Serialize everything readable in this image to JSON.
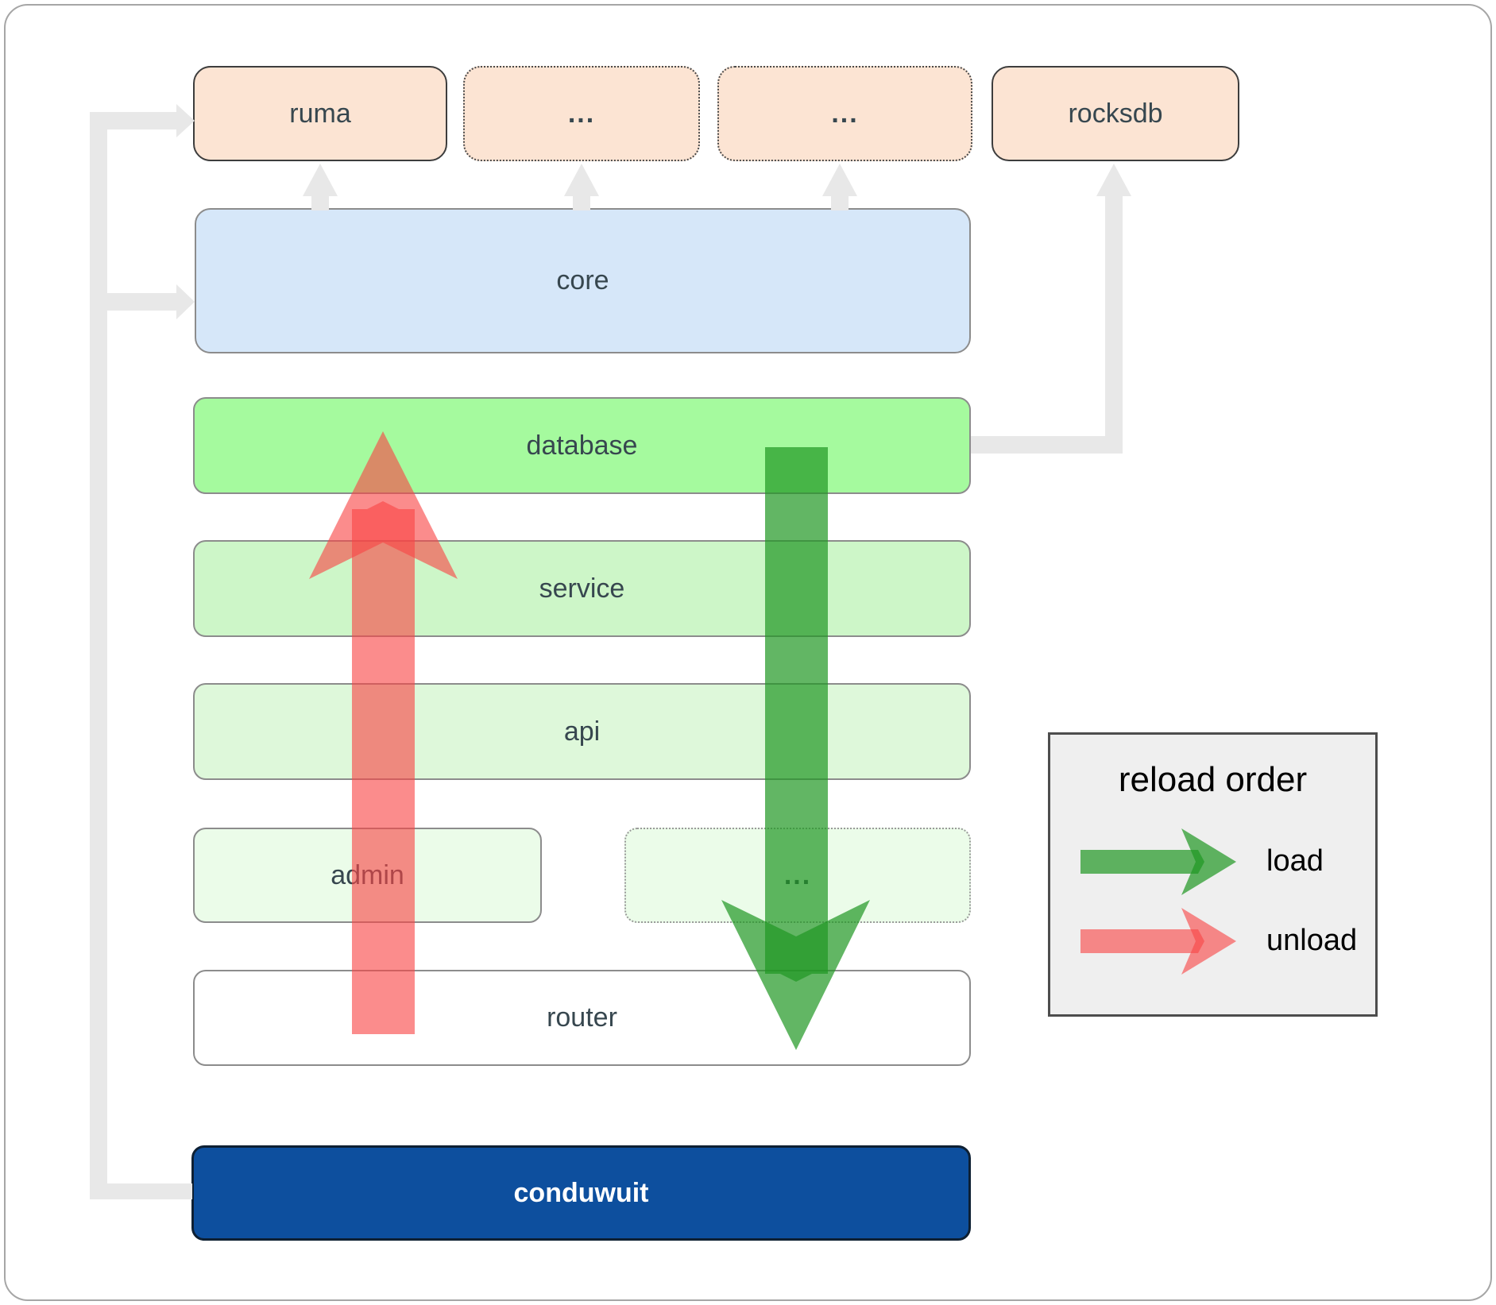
{
  "diagram": {
    "top_row": [
      {
        "label": "ruma",
        "style": "solid"
      },
      {
        "label": "...",
        "style": "dotted"
      },
      {
        "label": "...",
        "style": "dotted"
      },
      {
        "label": "rocksdb",
        "style": "solid"
      }
    ],
    "layers": {
      "core": "core",
      "database": "database",
      "service": "service",
      "api": "api",
      "admin": "admin",
      "admin_more": "...",
      "router": "router",
      "app": "conduwuit"
    },
    "legend": {
      "title": "reload order",
      "load_label": "load",
      "unload_label": "unload"
    },
    "colors": {
      "crate_peach": "#fce4d3",
      "core_blue": "#d6e7f9",
      "database_green": "#a5fa9e",
      "service_green": "#cdf6c8",
      "api_green": "#def8da",
      "admin_green": "#ebfce9",
      "router_white": "#ffffff",
      "conduwuit_blue": "#0d4f9e",
      "connector_gray": "#e8e8e8",
      "load_green": "#1f9722",
      "unload_red": "#f84545",
      "label_slate": "#37474f"
    }
  }
}
